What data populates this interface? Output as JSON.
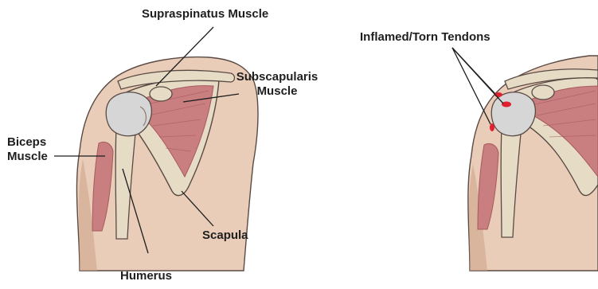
{
  "colors": {
    "skin": "#e9cdb8",
    "skin_shadow": "#cfa58c",
    "muscle": "#c97e80",
    "muscle_dark": "#a85a5e",
    "bone": "#e6dcc6",
    "bone_shade": "#c8b99b",
    "cartilage": "#d6d6d6",
    "outline": "#5a4a44",
    "inflammation": "#e0202e",
    "leader": "#1e1e1e"
  },
  "labels": {
    "supraspinatus": "Supraspinatus Muscle",
    "subscapularis_line1": "Subscapularis",
    "subscapularis_line2": "Muscle",
    "biceps_line1": "Biceps",
    "biceps_line2": "Muscle",
    "scapula": "Scapula",
    "humerus": "Humerus",
    "inflamed": "Inflamed/Torn Tendons"
  }
}
